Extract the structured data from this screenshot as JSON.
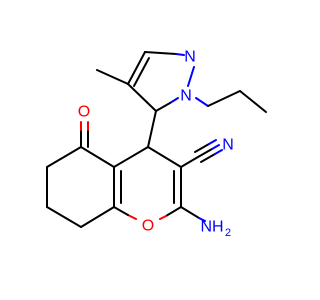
{
  "colors": {
    "background": "#ffffff",
    "carbon_bond": "#000000",
    "nitrogen": "#0000ff",
    "oxygen": "#ff0000"
  },
  "atom_labels": {
    "n1": "N",
    "n2": "N",
    "n_nitrile": "N",
    "nh2": "NH",
    "nh2_sub": "2",
    "o_ketone": "O",
    "o_ring": "O"
  }
}
